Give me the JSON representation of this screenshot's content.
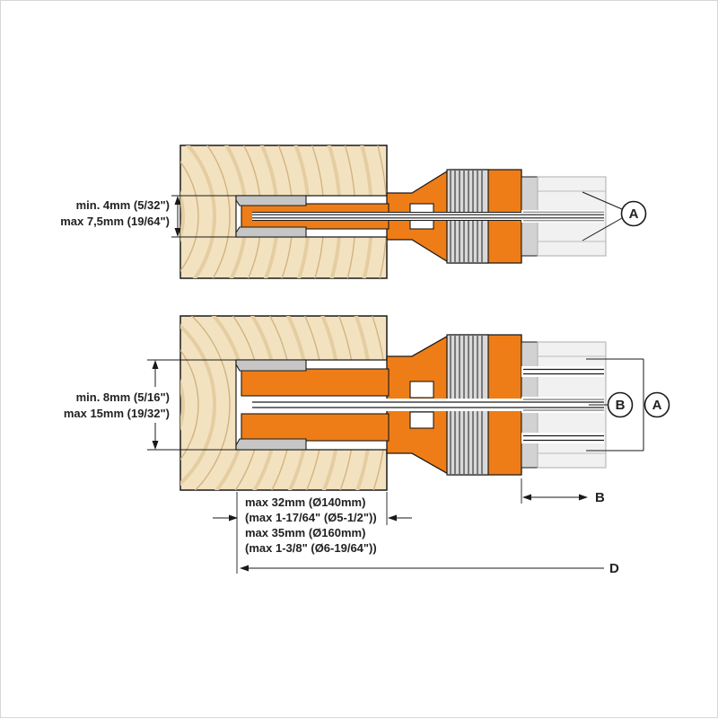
{
  "top_view": {
    "min_label": "min. 4mm (5/32\")",
    "max_label": "max 7,5mm (19/64\")",
    "callout_a": "A"
  },
  "bottom_view": {
    "min_label": "min. 8mm (5/16\")",
    "max_label": "max 15mm (19/32\")",
    "callout_b": "B",
    "callout_a": "A"
  },
  "cut_width": {
    "line1": "max 32mm (Ø140mm)",
    "line2": "(max 1-17/64\" (Ø5-1/2\"))",
    "line3": "max 35mm (Ø160mm)",
    "line4": "(max 1-3/8\" (Ø6-19/64\"))"
  },
  "dims": {
    "b_label": "B",
    "d_label": "D"
  },
  "colors": {
    "orange": "#ee7d17",
    "wood": "#f3e2c0",
    "grain": "#e4cda1",
    "grain_dark": "#d2b383",
    "steel_light": "#f1f1f1",
    "steel_mid": "#d2d2d2",
    "tip_gray": "#c6c6c6",
    "line": "#1a1a1a"
  }
}
